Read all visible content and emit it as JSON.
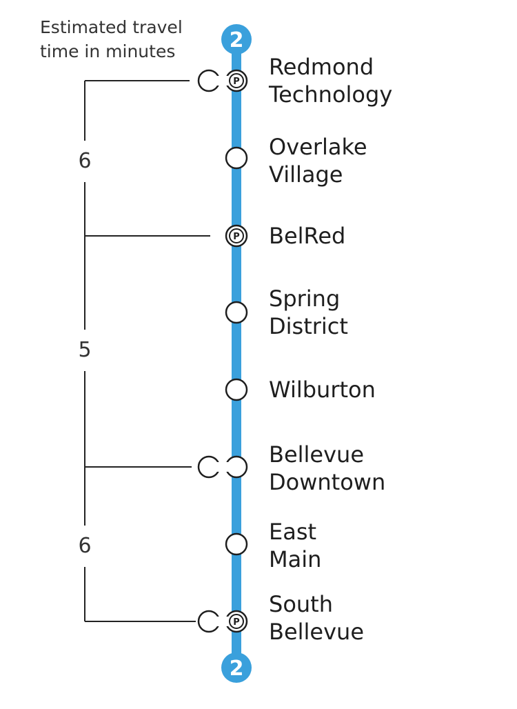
{
  "caption": {
    "line1": "Estimated travel",
    "line2": "time in minutes"
  },
  "line": {
    "number": "2",
    "color": "#3aa0dc"
  },
  "stations": [
    {
      "line1": "Redmond",
      "line2": "Technology",
      "parking": true,
      "transfer": true
    },
    {
      "line1": "Overlake",
      "line2": "Village",
      "parking": false,
      "transfer": false
    },
    {
      "line1": "BelRed",
      "line2": "",
      "parking": true,
      "transfer": false
    },
    {
      "line1": "Spring",
      "line2": "District",
      "parking": false,
      "transfer": false
    },
    {
      "line1": "Wilburton",
      "line2": "",
      "parking": false,
      "transfer": false
    },
    {
      "line1": "Bellevue",
      "line2": "Downtown",
      "parking": false,
      "transfer": true
    },
    {
      "line1": "East",
      "line2": "Main",
      "parking": false,
      "transfer": false
    },
    {
      "line1": "South",
      "line2": "Bellevue",
      "parking": true,
      "transfer": true
    }
  ],
  "travel_times": [
    {
      "minutes": "6"
    },
    {
      "minutes": "5"
    },
    {
      "minutes": "6"
    }
  ]
}
